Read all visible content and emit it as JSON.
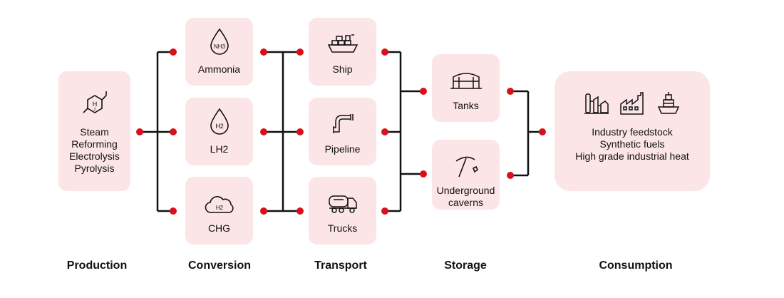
{
  "stages": {
    "production": "Production",
    "conversion": "Conversion",
    "transport": "Transport",
    "storage": "Storage",
    "consumption": "Consumption"
  },
  "production": {
    "lines": [
      "Steam",
      "Reforming",
      "Electrolysis",
      "Pyrolysis"
    ],
    "icon": "h2-molecule-icon"
  },
  "conversion": [
    {
      "label": "Ammonia",
      "icon": "nh3-drop-icon",
      "icon_text": "NH3"
    },
    {
      "label": "LH2",
      "icon": "h2-drop-icon",
      "icon_text": "H2"
    },
    {
      "label": "CHG",
      "icon": "h2-cloud-icon",
      "icon_text": "H2"
    }
  ],
  "transport": [
    {
      "label": "Ship",
      "icon": "ship-icon"
    },
    {
      "label": "Pipeline",
      "icon": "pipeline-icon"
    },
    {
      "label": "Trucks",
      "icon": "truck-icon"
    }
  ],
  "storage": [
    {
      "label": "Tanks",
      "icon": "tank-icon"
    },
    {
      "label_lines": [
        "Underground",
        "caverns"
      ],
      "icon": "pickaxe-icon"
    }
  ],
  "consumption": {
    "lines": [
      "Industry feedstock",
      "Synthetic fuels",
      "High grade industrial heat"
    ],
    "icons": [
      "lab-equipment-icon",
      "factory-icon",
      "cargo-ship-icon"
    ]
  },
  "colors": {
    "box": "#fbe5e6",
    "dot": "#d8101c",
    "line": "#111111"
  }
}
